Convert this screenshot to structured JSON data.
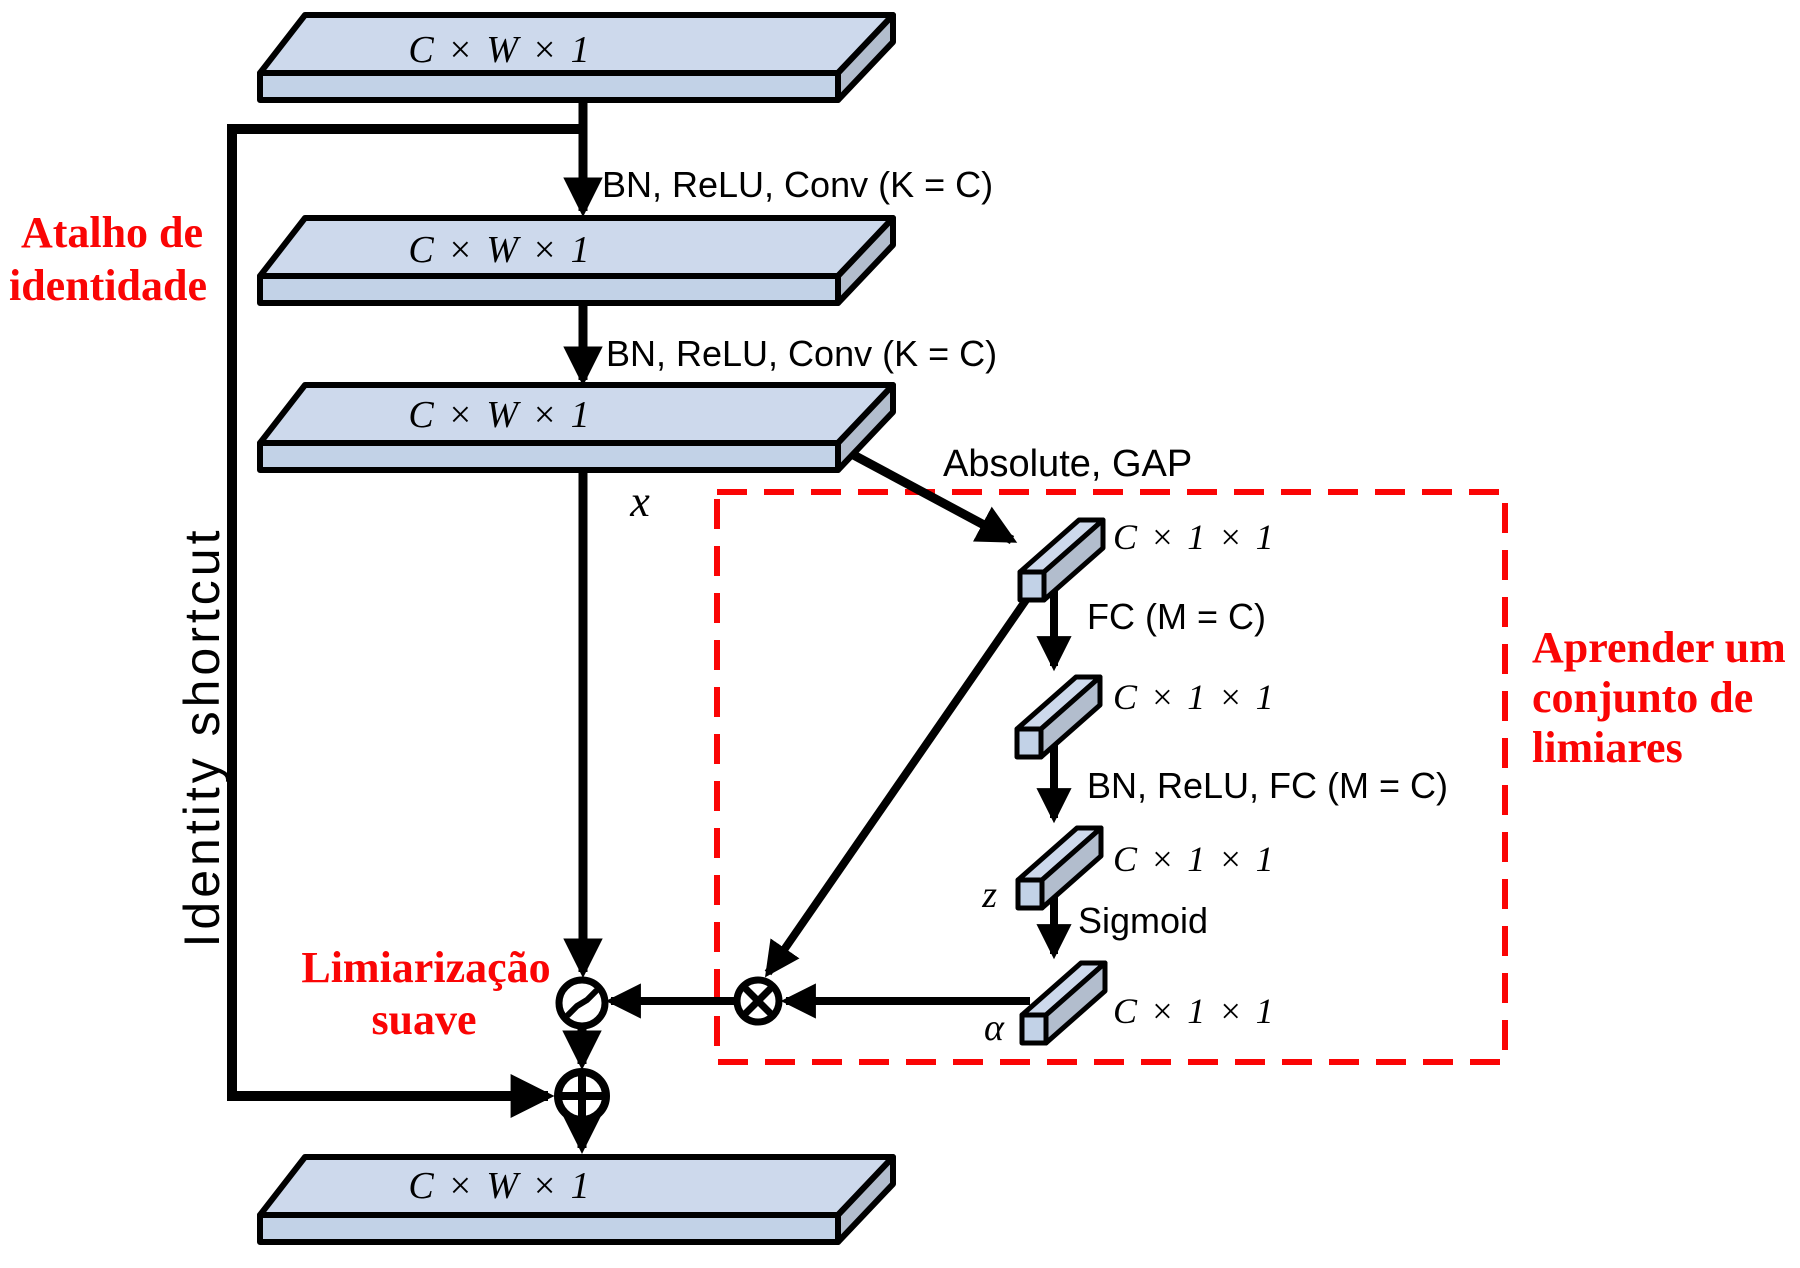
{
  "diagram": {
    "tensors": {
      "input": "C × W × 1",
      "after_conv1": "C × W × 1",
      "after_conv2": "C × W × 1",
      "output": "C × W × 1",
      "gap_out": "C × 1 × 1",
      "fc1_out": "C × 1 × 1",
      "fc2_out": "C × 1 × 1",
      "scales": "C × 1 × 1"
    },
    "ops": {
      "conv1": "BN, ReLU, Conv (K = C)",
      "conv2": "BN, ReLU, Conv (K = C)",
      "absolute_gap": "Absolute, GAP",
      "fc1": "FC (M = C)",
      "fc2": "BN, ReLU, FC (M = C)",
      "sigmoid": "Sigmoid"
    },
    "vars": {
      "x": "x",
      "z": "z",
      "alpha": "α"
    },
    "annotations": {
      "shortcut_pt_line1": "Atalho de",
      "shortcut_pt_line2": "identidade",
      "shortcut_en": "Identity shortcut",
      "soft_pt_line1": "Limiarização",
      "soft_pt_line2": "suave",
      "learn_line1": "Aprender um",
      "learn_line2": "conjunto de",
      "learn_line3": "limiares"
    },
    "operators": {
      "multiply_icon": "circled-times-multiply",
      "add_icon": "circled-plus-add",
      "soft_threshold_icon": "soft-threshold-curve"
    },
    "colors": {
      "slab_top": "#cdd9ec",
      "slab_front": "#c2d2e7",
      "slab_side": "#b2bdcd",
      "outline": "#000000",
      "annotation_red": "#fa0505",
      "background": "#ffffff"
    }
  }
}
